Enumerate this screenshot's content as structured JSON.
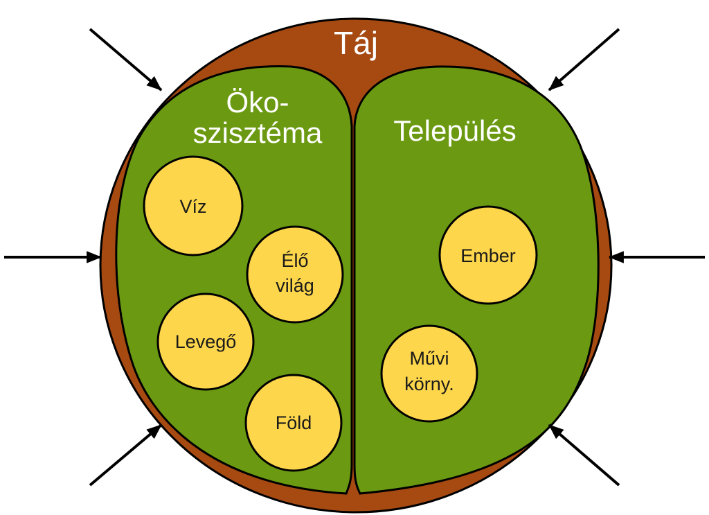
{
  "outer": {
    "label": "Táj",
    "fill": "#a64a12"
  },
  "regions": {
    "fill": "#6b9a12",
    "left": {
      "line1": "Öko-",
      "line2": "szisztéma"
    },
    "right": {
      "label": "Település"
    }
  },
  "bubbles": {
    "fill": "#fdd64b",
    "viz": "Víz",
    "elo_line1": "Élő",
    "elo_line2": "világ",
    "levego": "Levegő",
    "fold": "Föld",
    "ember": "Ember",
    "muvi_line1": "Művi",
    "muvi_line2": "körny."
  },
  "arrows": {
    "color": "#000000",
    "icons": [
      "arrow-top-left-icon",
      "arrow-top-right-icon",
      "arrow-left-icon",
      "arrow-right-icon",
      "arrow-bottom-left-icon",
      "arrow-bottom-right-icon"
    ]
  }
}
